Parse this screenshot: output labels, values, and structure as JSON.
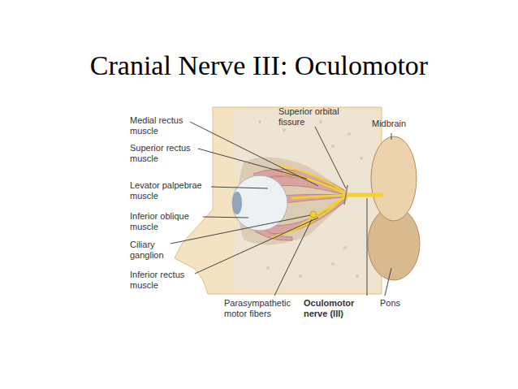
{
  "diagram": {
    "title": "Cranial Nerve III: Oculomotor",
    "labels": [
      "Medial rectus muscle",
      "Superior orbital fissure",
      "Midbrain",
      "Superior rectus muscle",
      "Levator palpebrae muscle",
      "Inferior oblique muscle",
      "Ciliary ganglion",
      "Inferior rectus muscle",
      "Parasympathetic motor fibers",
      "Oculomotor nerve (III)",
      "Pons"
    ]
  }
}
